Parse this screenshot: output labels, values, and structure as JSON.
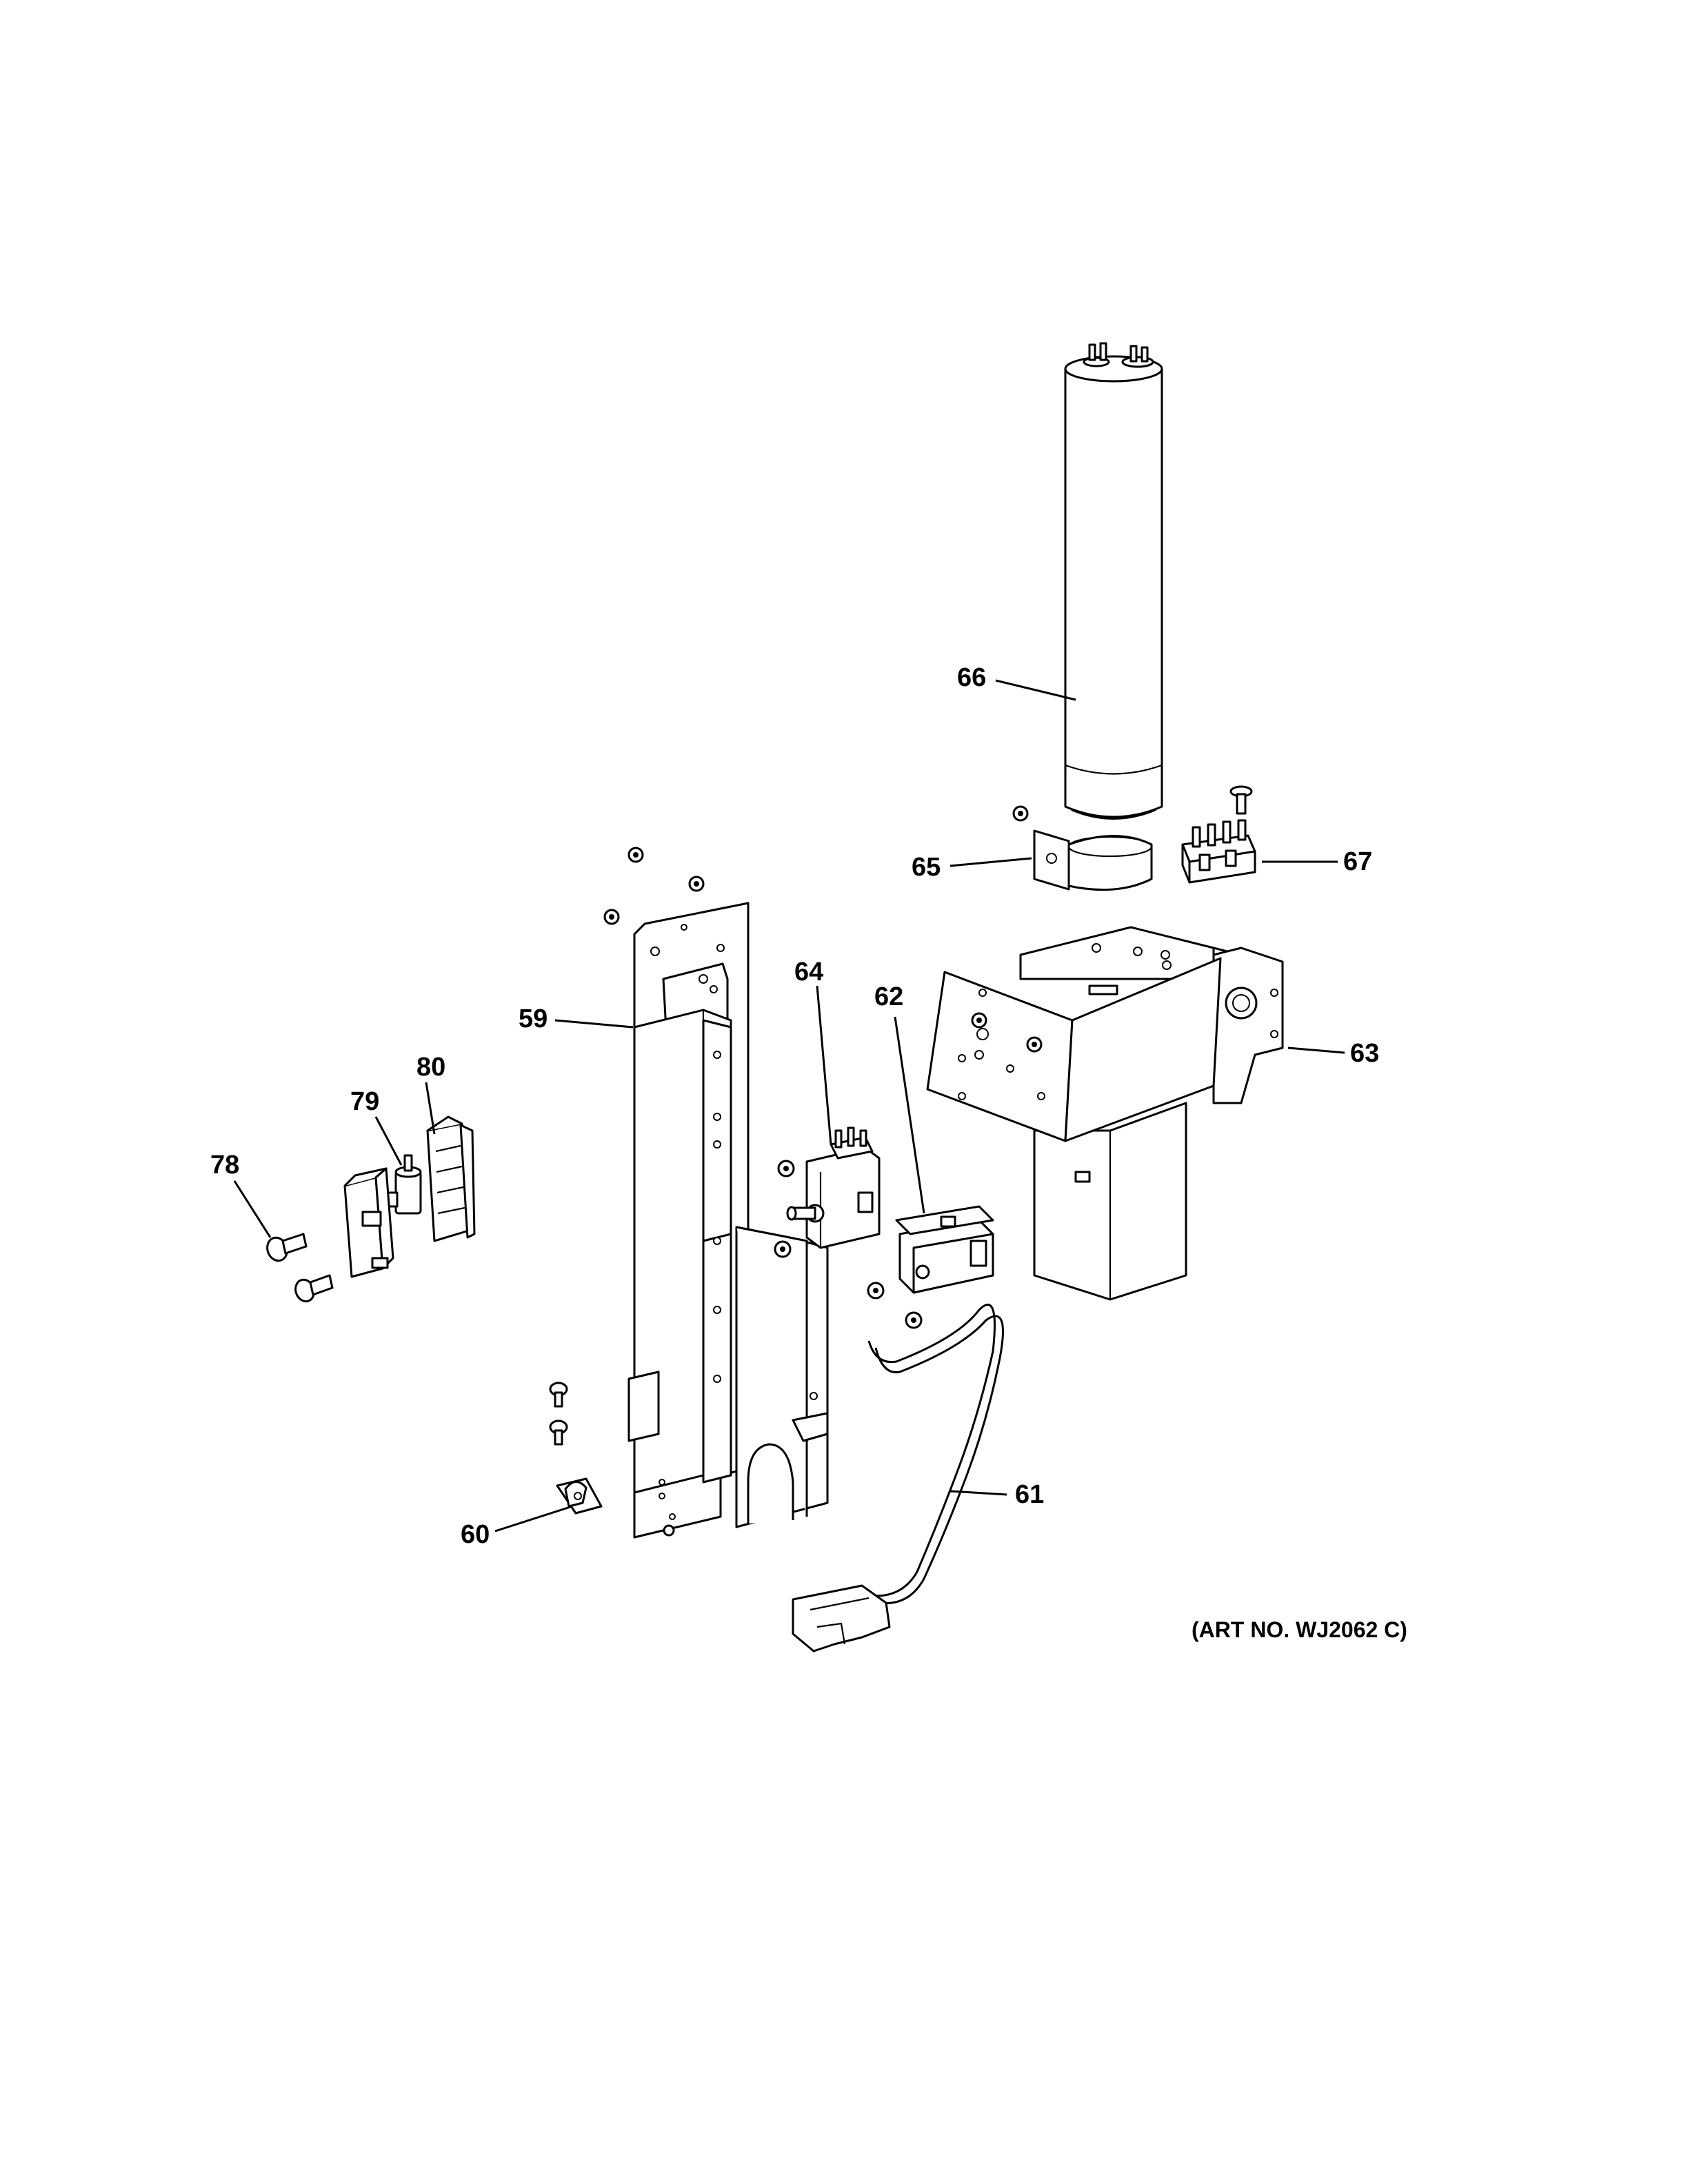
{
  "callouts": [
    {
      "id": "59",
      "label": "59"
    },
    {
      "id": "60",
      "label": "60"
    },
    {
      "id": "61",
      "label": "61"
    },
    {
      "id": "62",
      "label": "62"
    },
    {
      "id": "63",
      "label": "63"
    },
    {
      "id": "64",
      "label": "64"
    },
    {
      "id": "65",
      "label": "65"
    },
    {
      "id": "66",
      "label": "66"
    },
    {
      "id": "67",
      "label": "67"
    },
    {
      "id": "78",
      "label": "78"
    },
    {
      "id": "79",
      "label": "79"
    },
    {
      "id": "80",
      "label": "80"
    }
  ],
  "art_number": "(ART NO. WJ2062 C)"
}
